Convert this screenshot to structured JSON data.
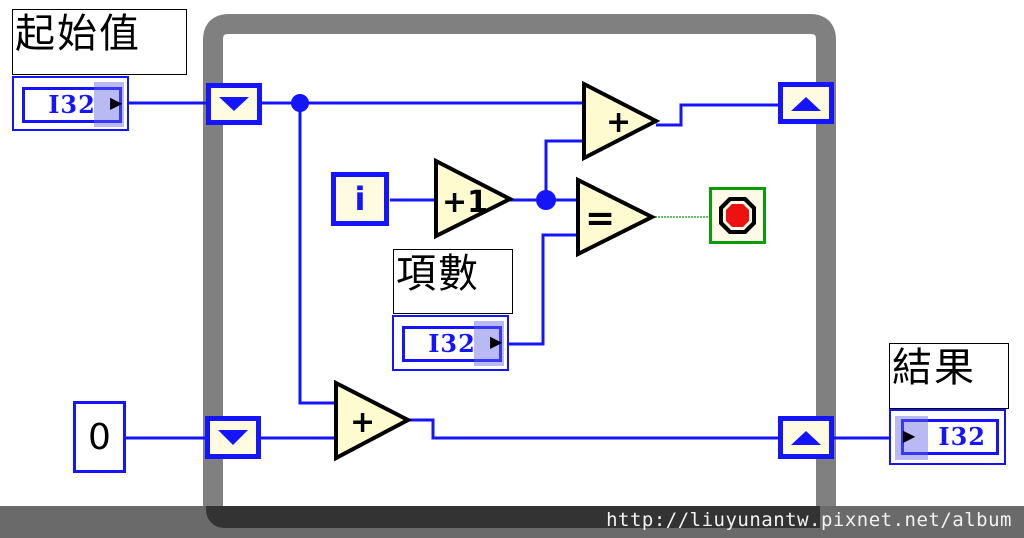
{
  "diagram": {
    "title": "LabVIEW While Loop block diagram",
    "labels": {
      "start_value": "起始值",
      "count": "項數",
      "result": "結果"
    },
    "controls": {
      "start_value_type": "I32",
      "count_type": "I32",
      "result_type": "I32"
    },
    "constants": {
      "initial_sum": "0"
    },
    "iteration_terminal": "i",
    "nodes": {
      "increment": "+1",
      "add_top": "+",
      "equal": "=",
      "add_bottom": "+"
    },
    "colors": {
      "wire_i32": "#1414ff",
      "loop_frame": "#808080",
      "node_fill": "#fffbd0",
      "stop_border": "#0a9a0a",
      "stop_fill": "#ee1111",
      "boolean_wire": "#33aa33"
    }
  },
  "footer": {
    "watermark": "http://liuyunantw.pixnet.net/album"
  }
}
